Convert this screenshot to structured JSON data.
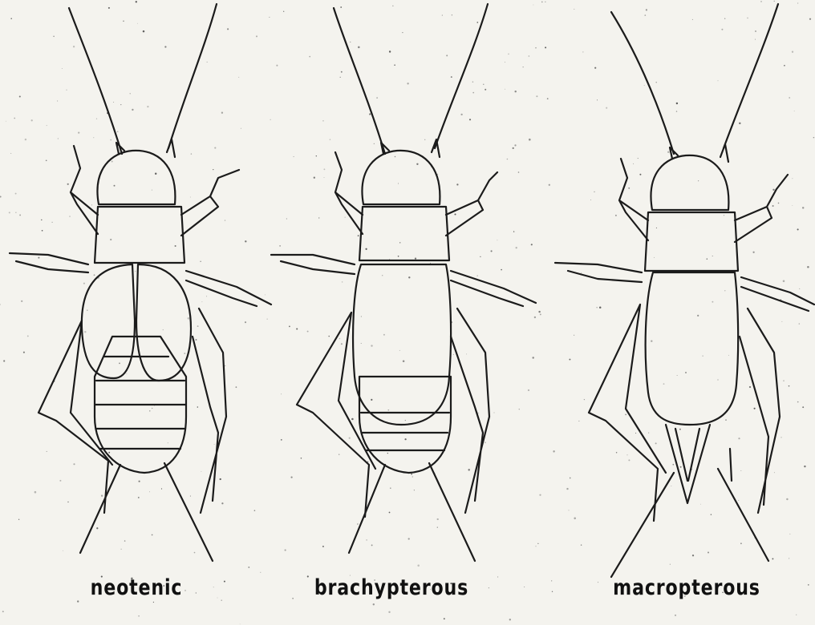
{
  "figure": {
    "panels": [
      {
        "label": "neotenic",
        "wing_form": "neotenic"
      },
      {
        "label": "brachypterous",
        "wing_form": "brachypterous"
      },
      {
        "label": "macropterous",
        "wing_form": "macropterous"
      }
    ],
    "colors": {
      "ink": "#1b1b1b",
      "paper": "#f4f3ee"
    }
  }
}
